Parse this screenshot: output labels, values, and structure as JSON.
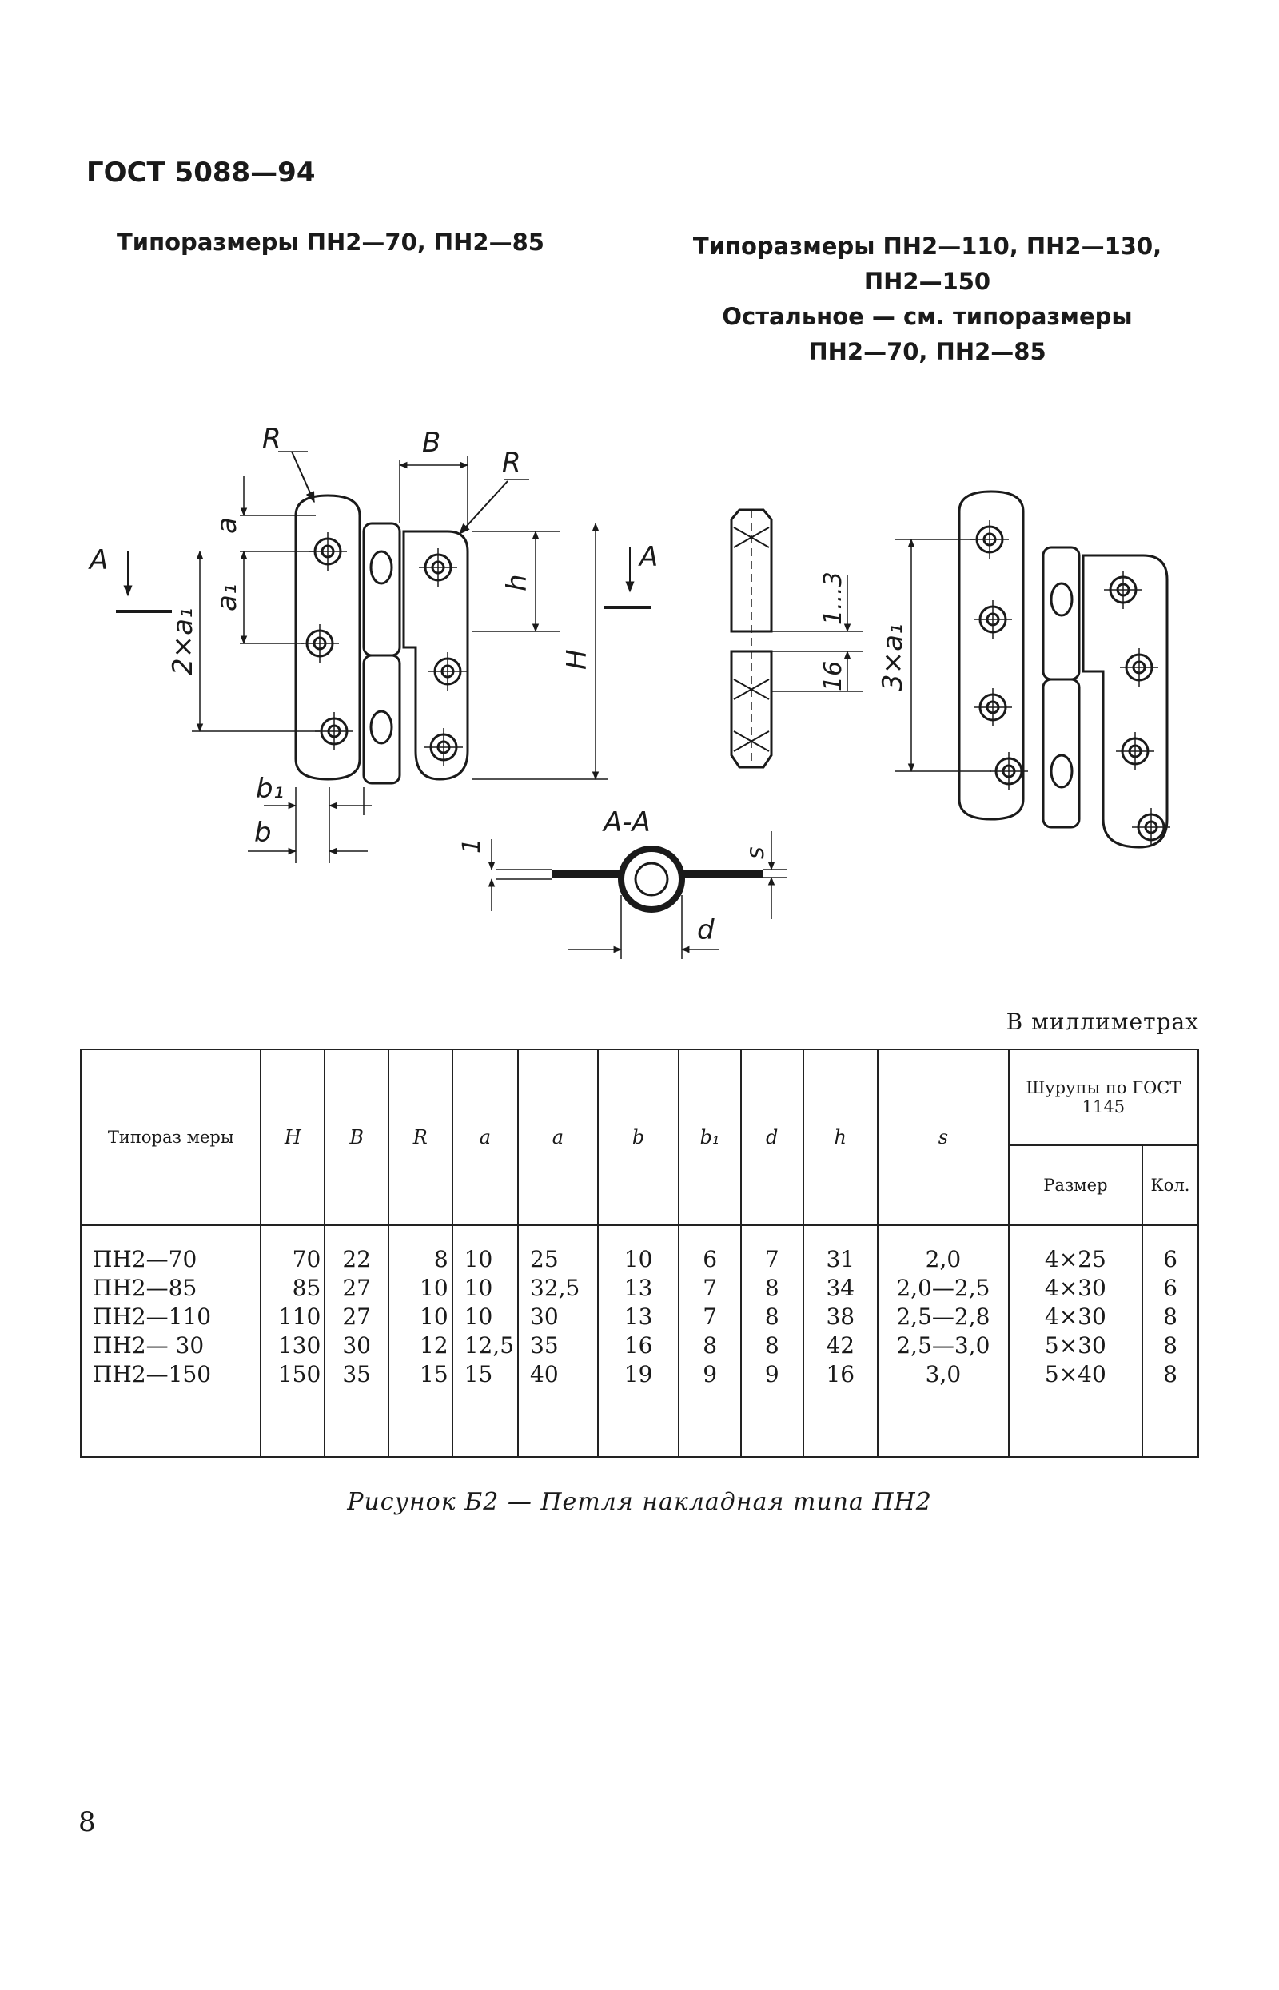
{
  "header": {
    "standard": "ГОСТ 5088—94",
    "caption_left": "Типоразмеры ПН2—70, ПН2—85",
    "caption_right_lines": [
      "Типоразмеры ПН2—110, ПН2—130,",
      "ПН2—150",
      "Остальное — см. типоразмеры",
      "ПН2—70, ПН2—85"
    ]
  },
  "drawing": {
    "labels": {
      "A_left": "A",
      "A_right": "A",
      "R1": "R",
      "R2": "R",
      "B": "B",
      "a": "a",
      "a1": "a₁",
      "two_a1": "2×a₁",
      "h": "h",
      "H": "H",
      "b1": "b₁",
      "b": "b",
      "dim_1_3": "1...3",
      "dim_16": "16",
      "three_a1": "3×a₁",
      "section": "A-A",
      "one": "1",
      "s": "s",
      "d": "d"
    }
  },
  "units_note": "В миллиметрах",
  "table": {
    "headers": {
      "size": "Типораз меры",
      "H": "H",
      "B": "B",
      "R": "R",
      "a": "a",
      "a1": "a",
      "b": "b",
      "b1": "b₁",
      "d": "d",
      "h": "h",
      "s": "s",
      "screws": "Шурупы по ГОСТ 1145",
      "screw_size": "Размер",
      "screw_qty": "Кол."
    },
    "rows": [
      {
        "size": "ПН2—70",
        "H": "70",
        "B": "22",
        "R": "8",
        "a": "10",
        "a1": "25",
        "b": "10",
        "b1": "6",
        "d": "7",
        "h": "31",
        "s": "2,0",
        "screw_size": "4×25",
        "screw_qty": "6"
      },
      {
        "size": "ПН2—85",
        "H": "85",
        "B": "27",
        "R": "10",
        "a": "10",
        "a1": "32,5",
        "b": "13",
        "b1": "7",
        "d": "8",
        "h": "34",
        "s": "2,0—2,5",
        "screw_size": "4×30",
        "screw_qty": "6"
      },
      {
        "size": "ПН2—110",
        "H": "110",
        "B": "27",
        "R": "10",
        "a": "10",
        "a1": "30",
        "b": "13",
        "b1": "7",
        "d": "8",
        "h": "38",
        "s": "2,5—2,8",
        "screw_size": "4×30",
        "screw_qty": "8"
      },
      {
        "size": "ПН2— 30",
        "H": "130",
        "B": "30",
        "R": "12",
        "a": "12,5",
        "a1": "35",
        "b": "16",
        "b1": "8",
        "d": "8",
        "h": "42",
        "s": "2,5—3,0",
        "screw_size": "5×30",
        "screw_qty": "8"
      },
      {
        "size": "ПН2—150",
        "H": "150",
        "B": "35",
        "R": "15",
        "a": "15",
        "a1": "40",
        "b": "19",
        "b1": "9",
        "d": "9",
        "h": "16",
        "s": "3,0",
        "screw_size": "5×40",
        "screw_qty": "8"
      }
    ]
  },
  "figure_caption": "Рисунок Б2 — Петля накладная типа ПН2",
  "page_number": "8"
}
